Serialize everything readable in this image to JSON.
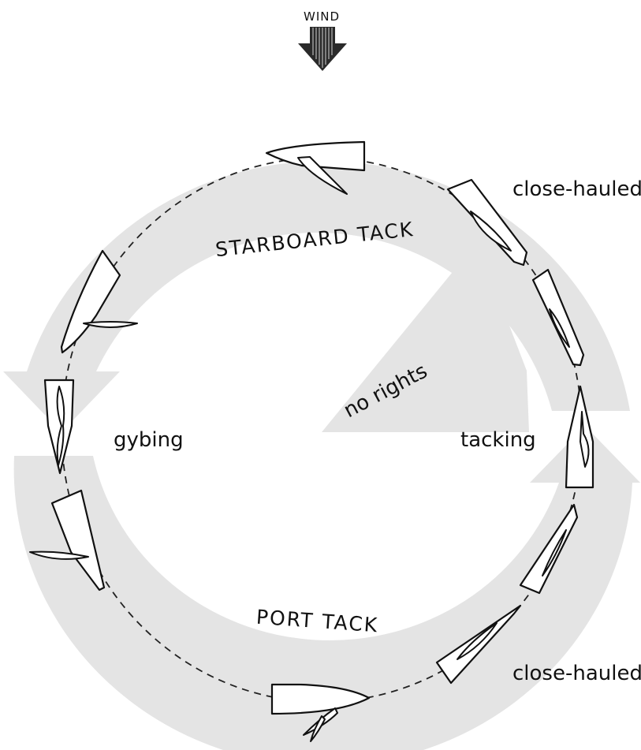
{
  "labels": {
    "wind": "WIND",
    "starboard_tack": "STARBOARD TACK",
    "port_tack": "PORT TACK",
    "close_hauled_top": "close-hauled",
    "close_hauled_bottom": "close-hauled",
    "tacking": "tacking",
    "gybing": "gybing",
    "no_rights": "no rights"
  },
  "colors": {
    "band": "#e4e4e4",
    "ink": "#111111",
    "background": "#ffffff"
  }
}
